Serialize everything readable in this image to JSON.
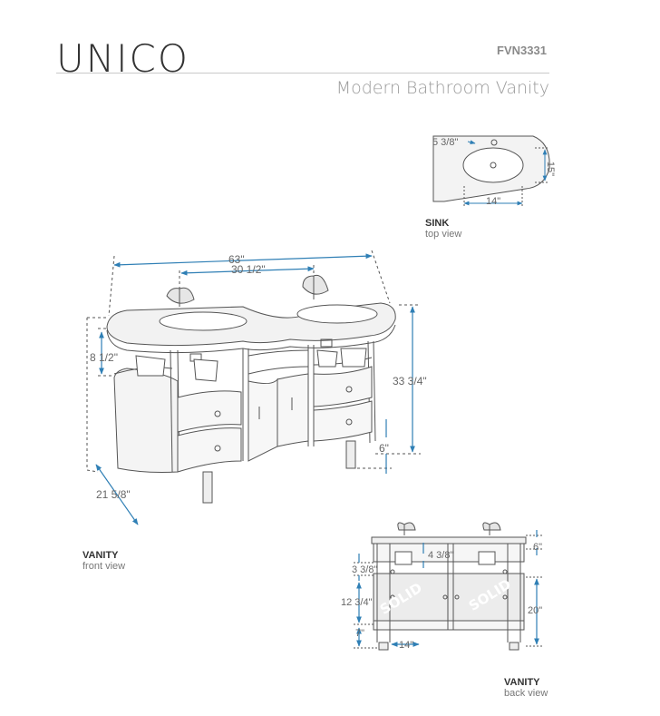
{
  "brand": "UNICO",
  "model": "FVN3331",
  "subtitle": "Modern Bathroom Vanity",
  "sink": {
    "title": "SINK",
    "view": "top view",
    "dims": {
      "drain": "5 3/8\"",
      "width": "14\"",
      "depth": "15\""
    }
  },
  "vanity_front": {
    "title": "VANITY",
    "view": "front view",
    "dims": {
      "width": "63\"",
      "faucet_spacing": "30 1/2\"",
      "height": "33 3/4\"",
      "shelf": "8 1/2\"",
      "leg": "6\"",
      "depth": "21 5/8\""
    }
  },
  "vanity_back": {
    "title": "VANITY",
    "view": "back view",
    "dims": {
      "top": "6\"",
      "gap": "4 3/8\"",
      "upper": "3 3/8\"",
      "mid": "12 3/4\"",
      "bottom": "7\"",
      "span": "14\"",
      "height": "20\""
    },
    "panel_label": "SOLID"
  },
  "colors": {
    "dimension_line": "#2f7fb5",
    "outline": "#555555",
    "fill": "#f1f1f1"
  }
}
